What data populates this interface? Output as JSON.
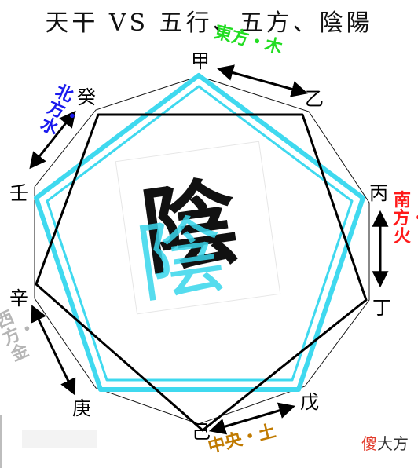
{
  "title": "天干 VS 五行、五方、陰陽",
  "center_glyph": "陰",
  "stems": {
    "jia": "甲",
    "yi": "乙",
    "bing": "丙",
    "ding": "丁",
    "wu": "戊",
    "ji": "己",
    "geng": "庚",
    "xin": "辛",
    "ren": "壬",
    "gui": "癸"
  },
  "directions": {
    "east": {
      "text": "東方・木",
      "color": "#22dd22"
    },
    "south": {
      "text": "南方・火",
      "color": "#ff1a1a"
    },
    "center": {
      "text": "中央・土",
      "color": "#c07a00"
    },
    "west": {
      "text": "西方・金",
      "color": "#b5b5b5"
    },
    "north": {
      "text": "北方・水",
      "color": "#1a1aee"
    }
  },
  "brand": {
    "part1": "傻",
    "part2": "大方"
  },
  "colors": {
    "pentagon": "#000000",
    "pentagon_glow": "#3fd9ef",
    "decagon": "#111111",
    "yin_ink": "#111111",
    "yin_cyan": "#38d6ec"
  }
}
